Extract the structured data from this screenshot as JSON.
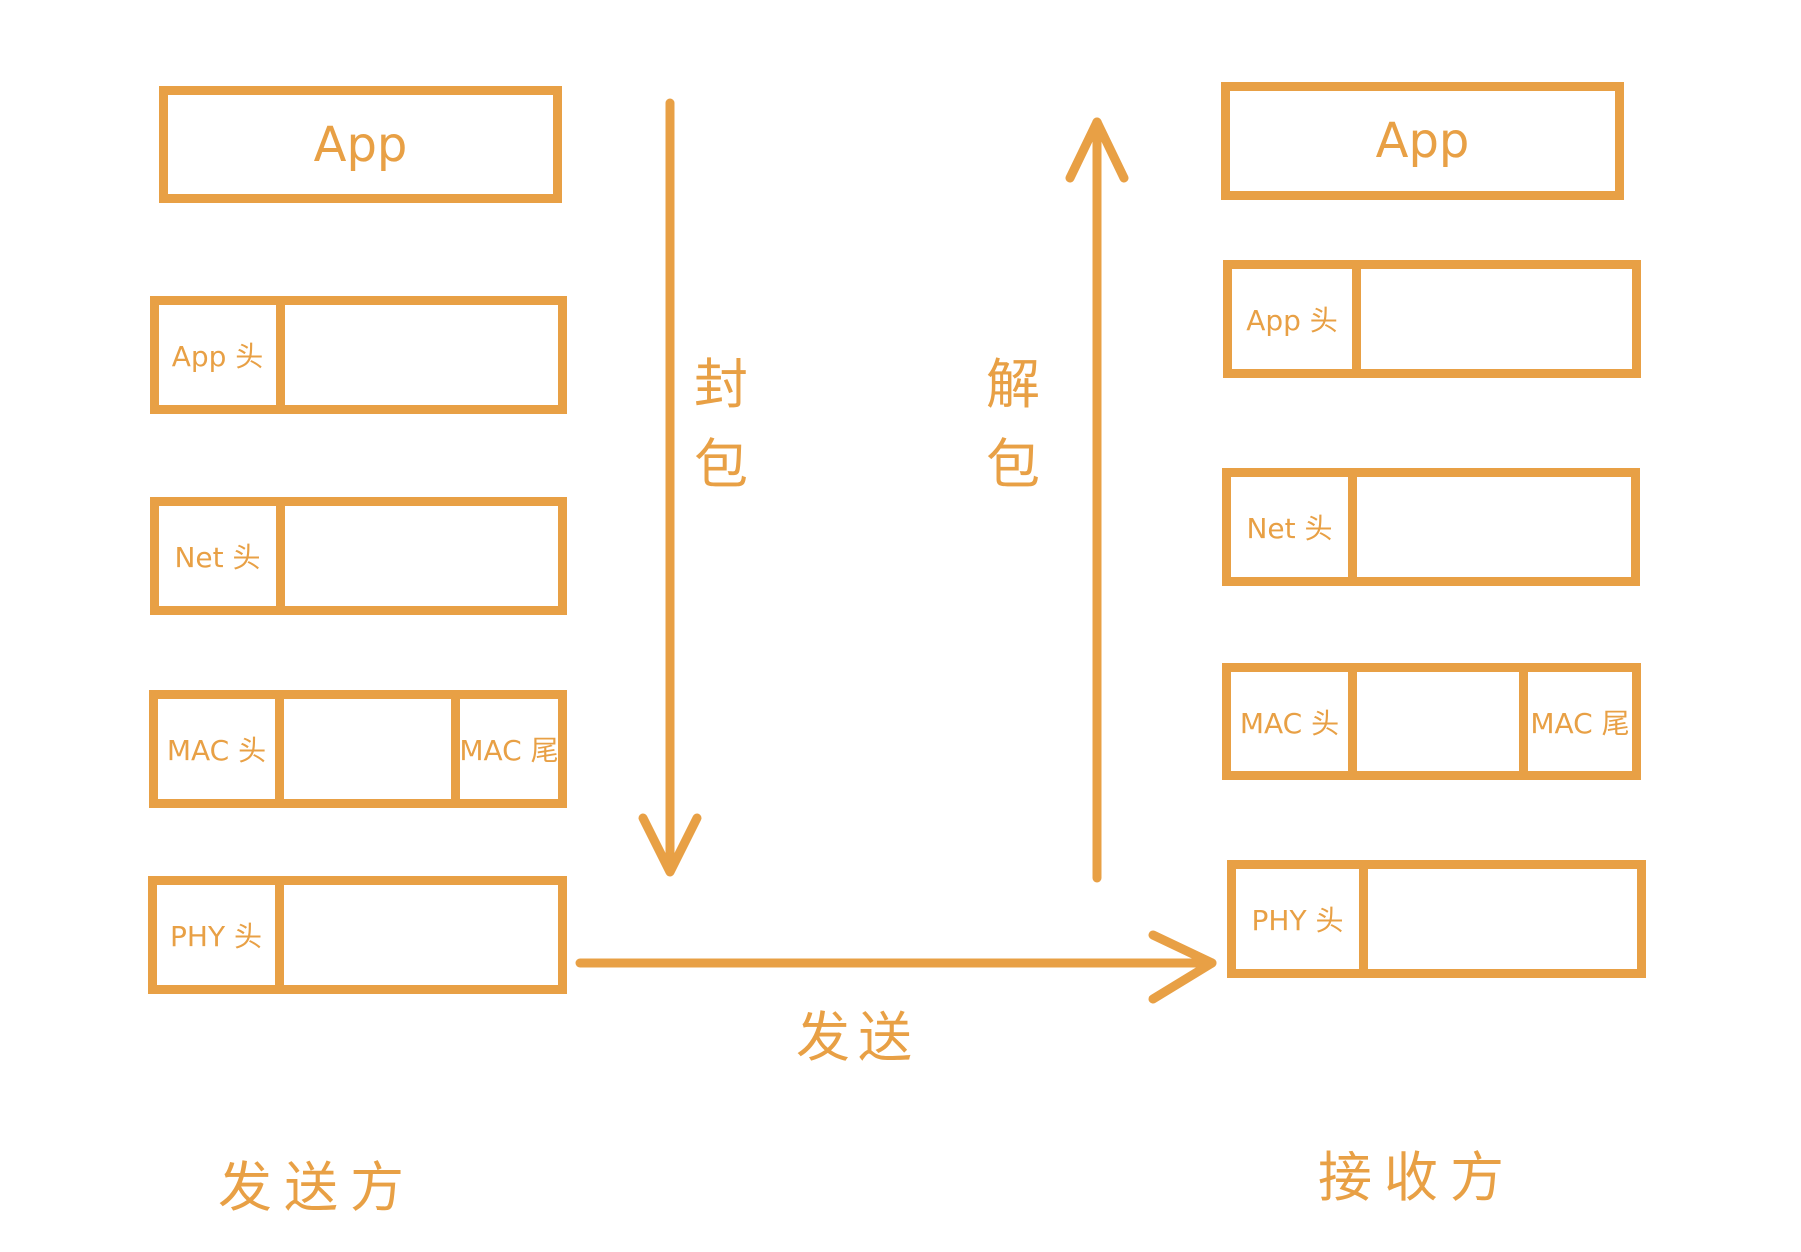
{
  "sender": {
    "title": "发送方",
    "layers": [
      {
        "cells": [
          "App"
        ]
      },
      {
        "cells": [
          "App 头",
          ""
        ]
      },
      {
        "cells": [
          "Net 头",
          ""
        ]
      },
      {
        "cells": [
          "MAC 头",
          "",
          "MAC 尾"
        ]
      },
      {
        "cells": [
          "PHY 头",
          ""
        ]
      }
    ]
  },
  "receiver": {
    "title": "接收方",
    "layers": [
      {
        "cells": [
          "App"
        ]
      },
      {
        "cells": [
          "App 头",
          ""
        ]
      },
      {
        "cells": [
          "Net 头",
          ""
        ]
      },
      {
        "cells": [
          "MAC 头",
          "",
          "MAC 尾"
        ]
      },
      {
        "cells": [
          "PHY 头",
          ""
        ]
      }
    ]
  },
  "arrows": {
    "encapsulate_label": "封包",
    "decapsulate_label": "解包",
    "send_label": "发送"
  },
  "colors": {
    "stroke": "#E8A045",
    "background": "#FFFFFF"
  }
}
